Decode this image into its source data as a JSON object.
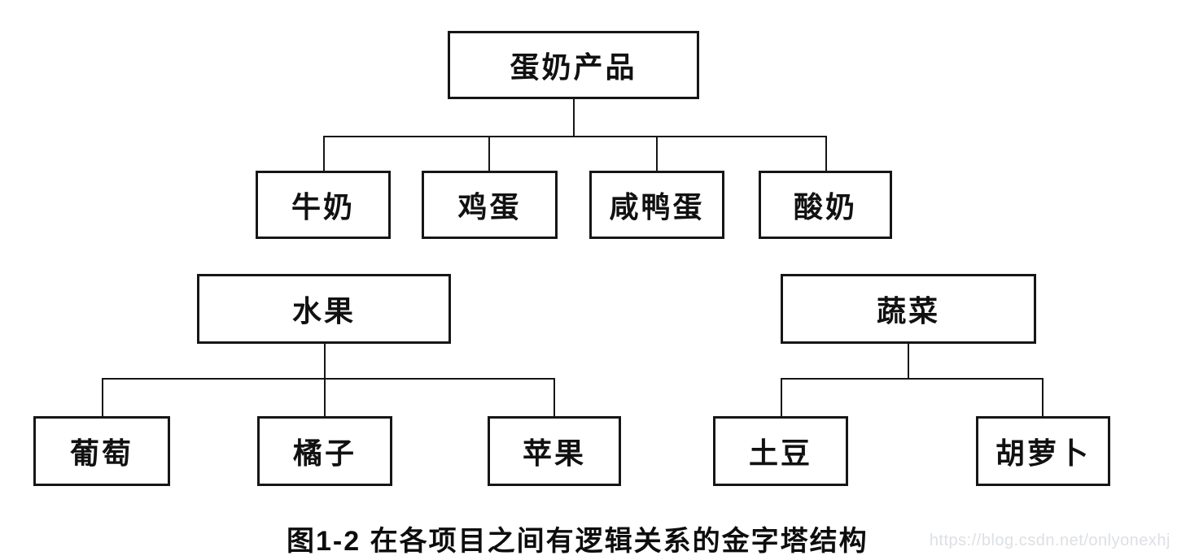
{
  "diagram": {
    "title_caption": "图1-2 在各项目之间有逻辑关系的金字塔结构",
    "watermark": "https://blog.csdn.net/onlyonexhj",
    "trees": [
      {
        "root": "蛋奶产品",
        "children": [
          "牛奶",
          "鸡蛋",
          "咸鸭蛋",
          "酸奶"
        ]
      },
      {
        "root": "水果",
        "children": [
          "葡萄",
          "橘子",
          "苹果"
        ]
      },
      {
        "root": "蔬菜",
        "children": [
          "土豆",
          "胡萝卜"
        ]
      }
    ],
    "colors": {
      "line": "#161616",
      "background": "#ffffff",
      "box_border": "#161616",
      "text": "#111111",
      "watermark_text": "#dde0e4"
    }
  }
}
